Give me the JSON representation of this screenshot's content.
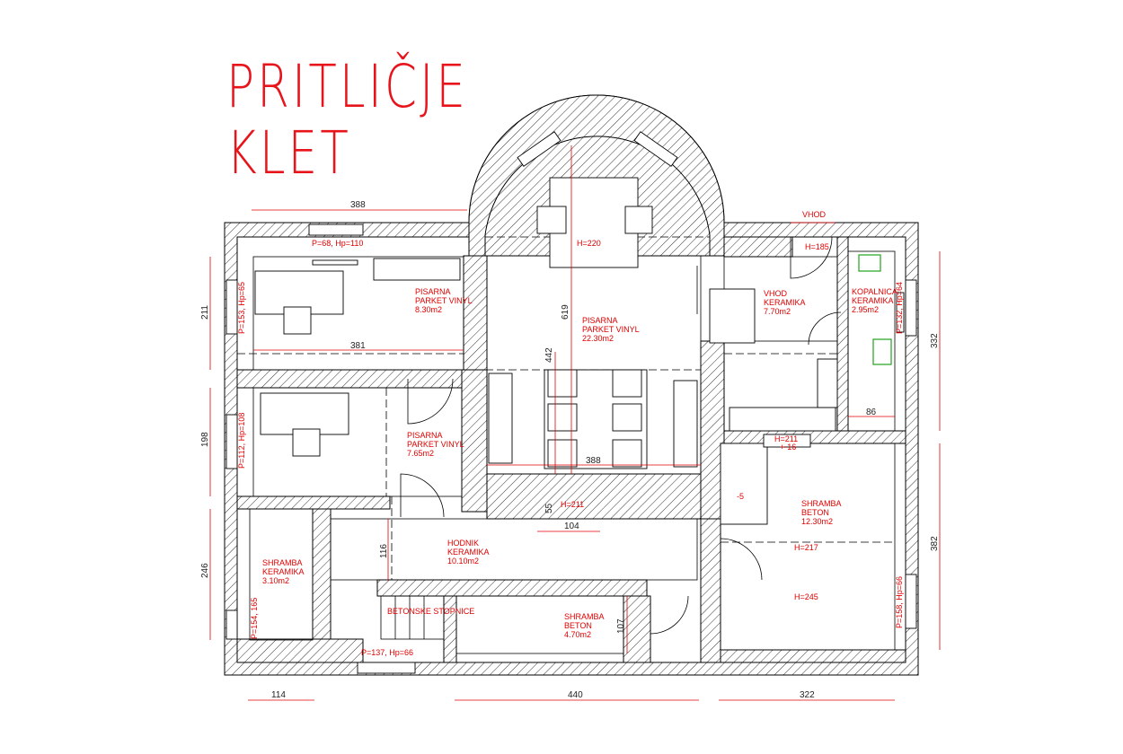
{
  "title": {
    "line1": "PRITLIČJE",
    "line2": "KLET"
  },
  "entrance_label": "VHOD",
  "rooms": {
    "office_top": [
      "PISARNA",
      "PARKET VINYL",
      "8.30m2"
    ],
    "office_mid": [
      "PISARNA",
      "PARKET VINYL",
      "7.65m2"
    ],
    "office_main": [
      "PISARNA",
      "PARKET VINYL",
      "22.30m2"
    ],
    "entrance": [
      "VHOD",
      "KERAMIKA",
      "7.70m2"
    ],
    "bathroom": [
      "KOPALNICA",
      "KERAMIKA",
      "2.95m2"
    ],
    "storage_right": [
      "SHRAMBA",
      "BETON",
      "12.30m2"
    ],
    "corridor": [
      "HODNIK",
      "KERAMIKA",
      "10.10m2"
    ],
    "storage_left": [
      "SHRAMBA",
      "KERAMIKA",
      "3.10m2"
    ],
    "storage_bottom": [
      "SHRAMBA",
      "BETON",
      "4.70m2"
    ],
    "stairs": "BETONSKE STOPNICE"
  },
  "annotations": {
    "win_top": "P=68, Hp=110",
    "win_left1": "P=153, Hp=65",
    "win_left2": "P=112, Hp=108",
    "win_left3": "P=154, 165",
    "win_bottom": "P=137, Hp=66",
    "win_bath": "P=132, Hp=64",
    "win_right": "P=158, Hp=66",
    "h220": "H=220",
    "h185": "H=185",
    "h211a": "H=211",
    "h211b": "H=211",
    "h217": "H=217",
    "h245": "H=245",
    "minus5": "-5",
    "small": "+-16"
  },
  "dimensions": {
    "d388_top": "388",
    "d381": "381",
    "d619": "619",
    "d442": "442",
    "d388_mid": "388",
    "d55": "55",
    "d104": "104",
    "d116": "116",
    "d107": "107",
    "d86": "86",
    "d211": "211",
    "d198": "198",
    "d246": "246",
    "d332": "332",
    "d382": "382",
    "d114": "114",
    "d440": "440",
    "d322": "322"
  }
}
